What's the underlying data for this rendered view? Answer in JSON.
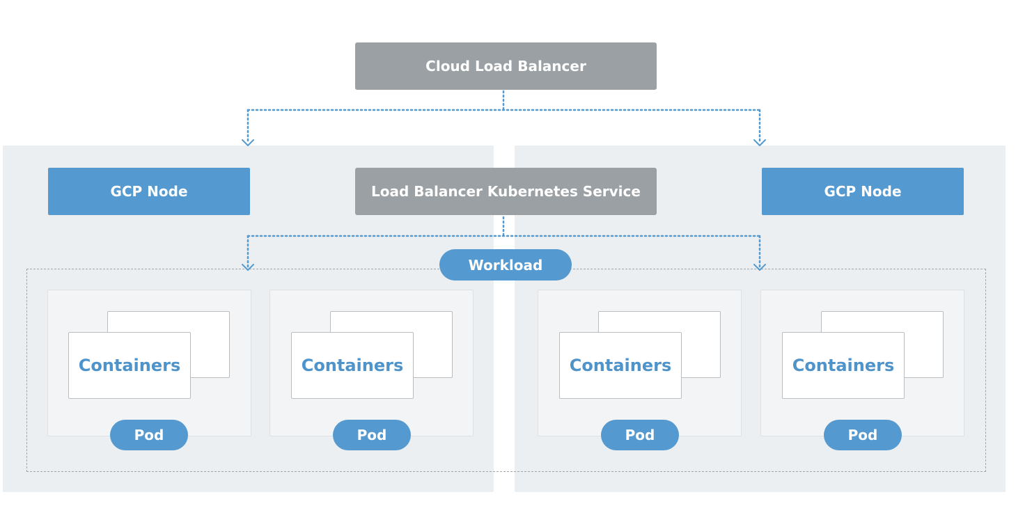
{
  "top_box": {
    "label": "Cloud Load Balancer"
  },
  "service_box": {
    "label": "Load Balancer Kubernetes Service"
  },
  "nodes": [
    {
      "label": "GCP Node"
    },
    {
      "label": "GCP Node"
    }
  ],
  "workload": {
    "label": "Workload"
  },
  "pods": [
    {
      "container_label": "Containers",
      "pod_label": "Pod"
    },
    {
      "container_label": "Containers",
      "pod_label": "Pod"
    },
    {
      "container_label": "Containers",
      "pod_label": "Pod"
    },
    {
      "container_label": "Containers",
      "pod_label": "Pod"
    }
  ],
  "colors": {
    "accent_blue": "#5499cf",
    "gray_box": "#9aa0a3",
    "panel_bg": "#eceff1",
    "connector": "#5499cf"
  }
}
